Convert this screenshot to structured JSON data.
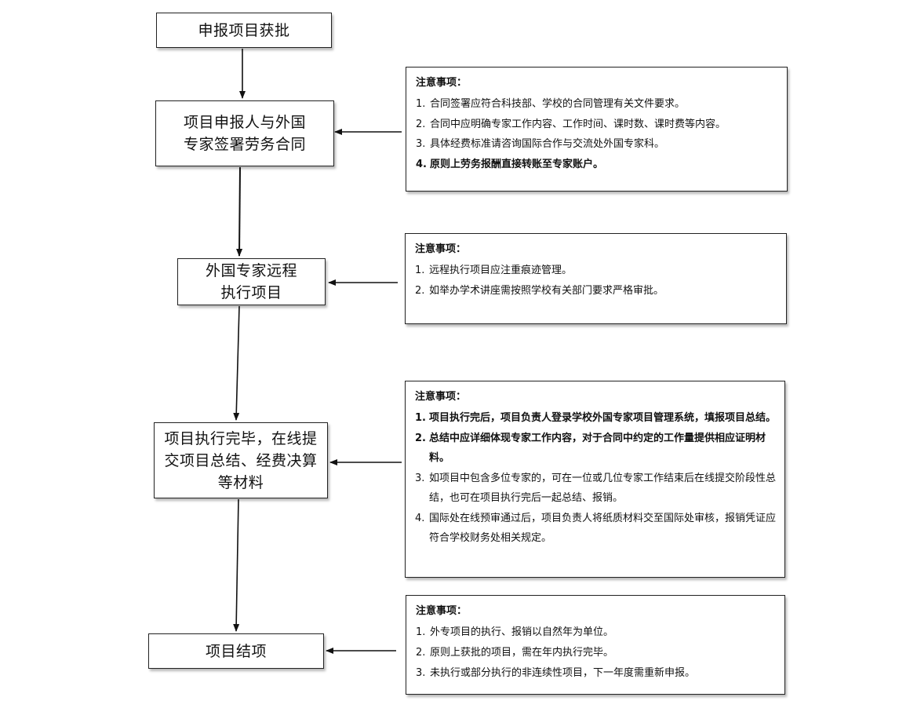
{
  "steps": {
    "approval": [
      "申报项目获批"
    ],
    "contract": [
      "项目申报人与外国",
      "专家签署劳务合同"
    ],
    "remote": [
      "外国专家远程",
      "执行项目"
    ],
    "submit": [
      "项目执行完毕，在线提",
      "交项目总结、经费决算",
      "等材料"
    ],
    "closure": [
      "项目结项"
    ]
  },
  "notes": [
    {
      "title": "注意事项：",
      "items": [
        {
          "num": "1.",
          "text": "合同签署应符合科技部、学校的合同管理有关文件要求。"
        },
        {
          "num": "2.",
          "text": "合同中应明确专家工作内容、工作时间、课时数、课时费等内容。"
        },
        {
          "num": "3.",
          "text": "具体经费标准请咨询国际合作与交流处外国专家科。"
        },
        {
          "num": "4.",
          "text": "原则上劳务报酬直接转账至专家账户。"
        }
      ]
    },
    {
      "title": "注意事项：",
      "items": [
        {
          "num": "1.",
          "text": "远程执行项目应注重痕迹管理。"
        },
        {
          "num": "2.",
          "text": "如举办学术讲座需按照学校有关部门要求严格审批。"
        }
      ]
    },
    {
      "title": "注意事项：",
      "items": [
        {
          "num": "1.",
          "text": "项目执行完后，项目负责人登录学校外国专家项目管理系统，填报项目总结。"
        },
        {
          "num": "2.",
          "text": "总结中应详细体现专家工作内容，对于合同中约定的工作量提供相应证明材料。"
        },
        {
          "num": "3.",
          "text": "如项目中包含多位专家的，可在一位或几位专家工作结束后在线提交阶段性总结，也可在项目执行完后一起总结、报销。"
        },
        {
          "num": "4.",
          "text": "国际处在线预审通过后，项目负责人将纸质材料交至国际处审核，报销凭证应符合学校财务处相关规定。"
        }
      ]
    },
    {
      "title": "注意事项：",
      "items": [
        {
          "num": "1.",
          "text": "外专项目的执行、报销以自然年为单位。"
        },
        {
          "num": "2.",
          "text": "原则上获批的项目，需在年内执行完毕。"
        },
        {
          "num": "3.",
          "text": "未执行或部分执行的非连续性项目，下一年度需重新申报。"
        }
      ]
    }
  ]
}
